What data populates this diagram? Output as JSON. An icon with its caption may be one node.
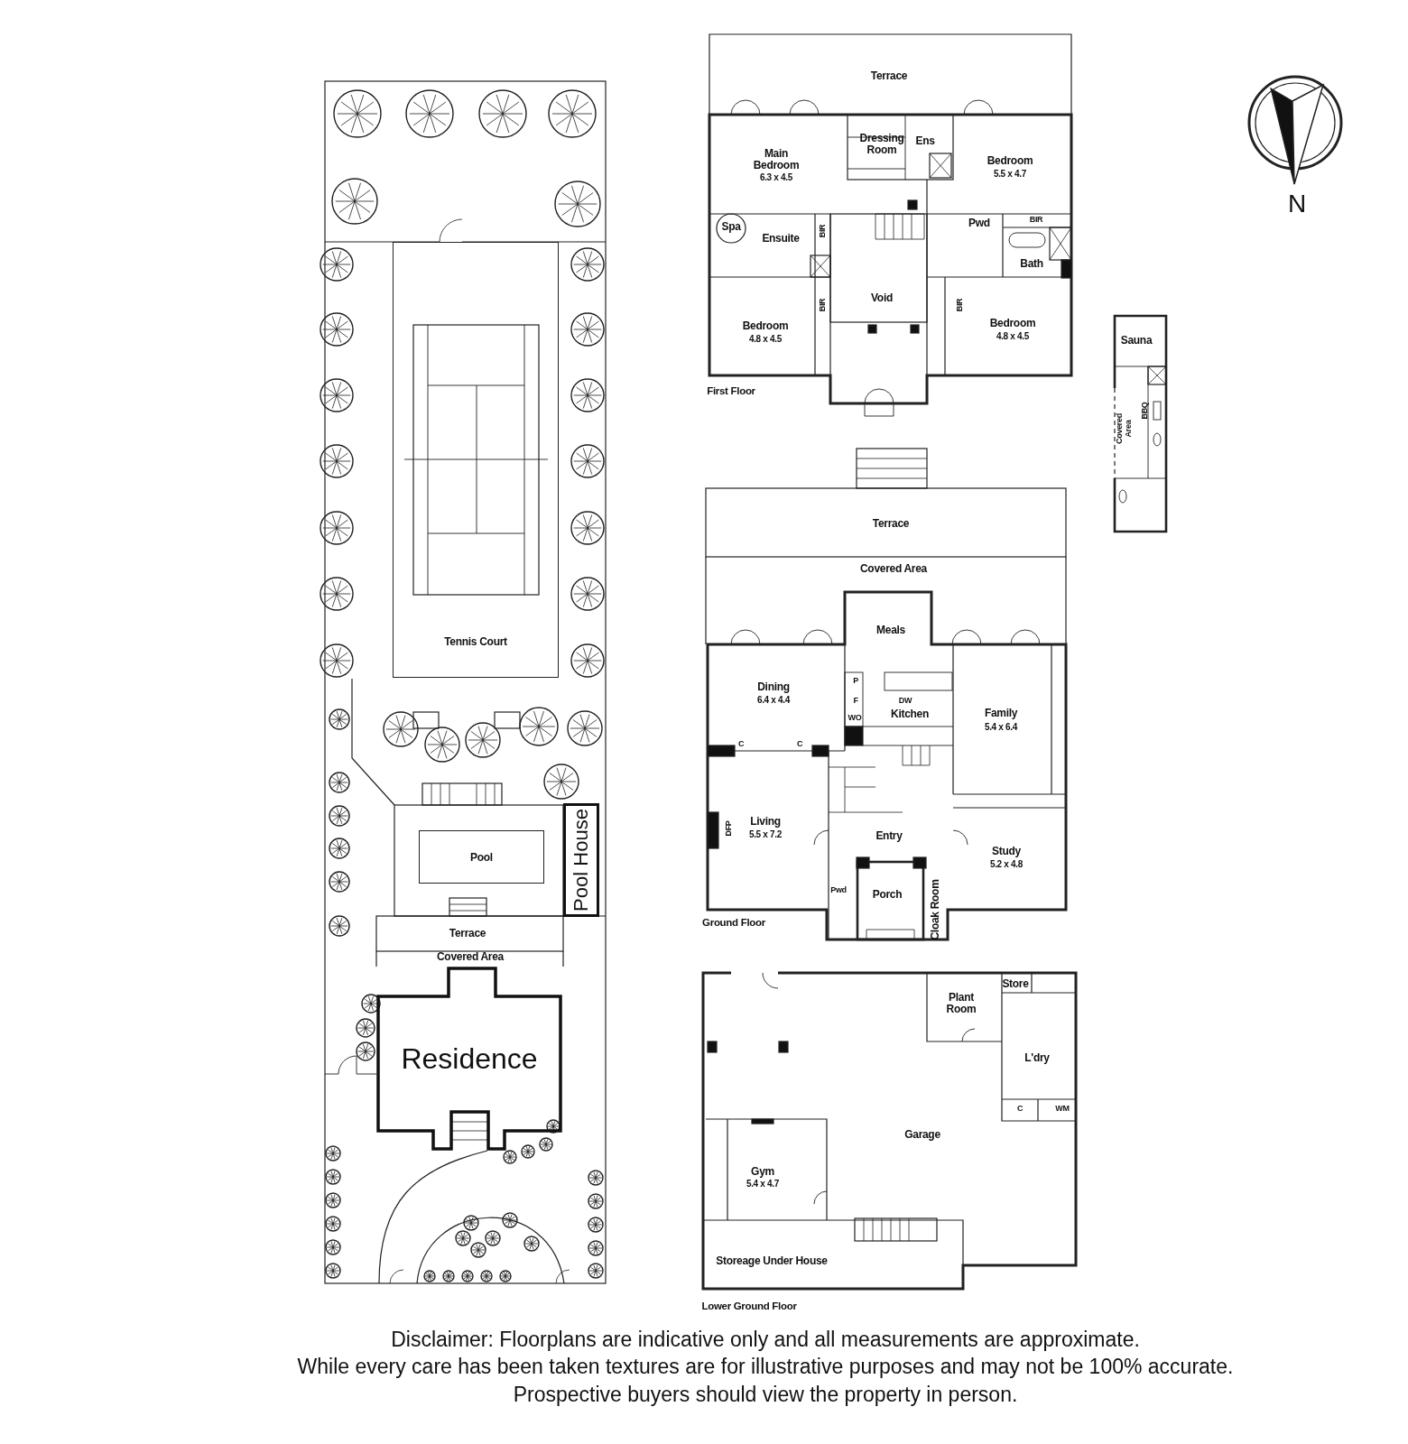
{
  "diagram": {
    "nodes": [
      {
        "text": [
          "Tennis Court"
        ]
      },
      {
        "text": [
          "Pool"
        ]
      },
      {
        "text": [
          "Pool House"
        ]
      },
      {
        "text": [
          "Residence"
        ]
      }
    ],
    "labels": [
      "Terrace",
      "Main Bedroom",
      "6.3 x 4.5",
      "Dressing Room",
      "Ens",
      "Bedroom",
      "5.5 x 4.7",
      "Spa",
      "Ensuite",
      "BIR",
      "Pwd",
      "BIR",
      "Bath",
      "Void",
      "BIR",
      "BIR",
      "Bedroom",
      "4.8 x 4.5",
      "Bedroom",
      "4.8 x 4.5",
      "First Floor",
      "N",
      "Sauna",
      "Covered Area",
      "BBQ",
      "Terrace",
      "Covered Area",
      "Meals",
      "Dining",
      "6.4 x 4.4",
      "P",
      "F",
      "WO",
      "DW",
      "Kitchen",
      "Family",
      "5.4 x 6.4",
      "C",
      "C",
      "Living",
      "5.5 x 7.2",
      "DFP",
      "Entry",
      "Study",
      "5.2 x 4.8",
      "Pwd",
      "Porch",
      "Cloak Room",
      "Ground Floor",
      "Terrace",
      "Covered Area",
      "Store",
      "Plant Room",
      "L'dry",
      "C",
      "WM",
      "Garage",
      "Gym",
      "5.4 x 4.7",
      "Storeage Under House",
      "Lower Ground Floor",
      "Disclaimer: Floorplans are indicative only and all measurements are approximate.",
      "While every care has been taken textures are for illustrative purposes and may not be 100% accurate.",
      "Prospective buyers should view the property in person."
    ]
  }
}
